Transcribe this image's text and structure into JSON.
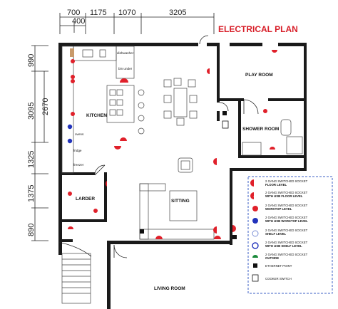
{
  "title": "ELECTRICAL PLAN",
  "dimensions_top": [
    "700",
    "1175",
    "1070",
    "3205"
  ],
  "dimension_sub": "400",
  "dimensions_left": [
    "990",
    "2670",
    "3095",
    "1325",
    "1375",
    "890"
  ],
  "rooms": {
    "kitchen": "KITCHEN",
    "play_room": "PLAY ROOM",
    "shower_room": "SHOWER ROOM",
    "larder": "LARDER",
    "sitting": "SITTING",
    "living_room": "LIVING ROOM"
  },
  "appliance_labels": {
    "dishwasher": "dishwasher",
    "bin_under": "bin under",
    "ovens": "ovens",
    "fridge": "fridge",
    "freezer": "freezer"
  },
  "legend": [
    {
      "icon": "socket-floor-icon",
      "line1": "2 GANG SWITCHED SOCKET",
      "line2": "FLOOR LEVEL"
    },
    {
      "icon": "socket-usb-floor-icon",
      "line1": "2 GANG SWITCHED SOCKET",
      "line2": "WITH USB FLOOR LEVEL"
    },
    {
      "icon": "socket-worktop-icon",
      "line1": "2 GANG SWITCHED SOCKET",
      "line2": "WORKTOP LEVEL"
    },
    {
      "icon": "socket-usb-worktop-icon",
      "line1": "2 GANG SWITCHED SOCKET",
      "line2": "WITH USB WORKTOP LEVEL"
    },
    {
      "icon": "socket-shelf-icon",
      "line1": "2 GANG SWITCHED SOCKET",
      "line2": "SHELF LEVEL"
    },
    {
      "icon": "socket-usb-shelf-icon",
      "line1": "2 GANG SWITCHED SOCKET",
      "line2": "WITH USB SHELF LEVEL"
    },
    {
      "icon": "socket-outside-icon",
      "line1": "2 GANG SWITCHED SOCKET",
      "line2": "OUTSIDE"
    },
    {
      "icon": "ethernet-point-icon",
      "line1": "ETHERNET POINT",
      "line2": ""
    },
    {
      "icon": "cooker-switch-icon",
      "line1": "COOKER SWITCH",
      "line2": ""
    }
  ],
  "colors": {
    "accent": "#e0202a",
    "blue": "#2233bb",
    "wall": "#1a1a1a"
  }
}
